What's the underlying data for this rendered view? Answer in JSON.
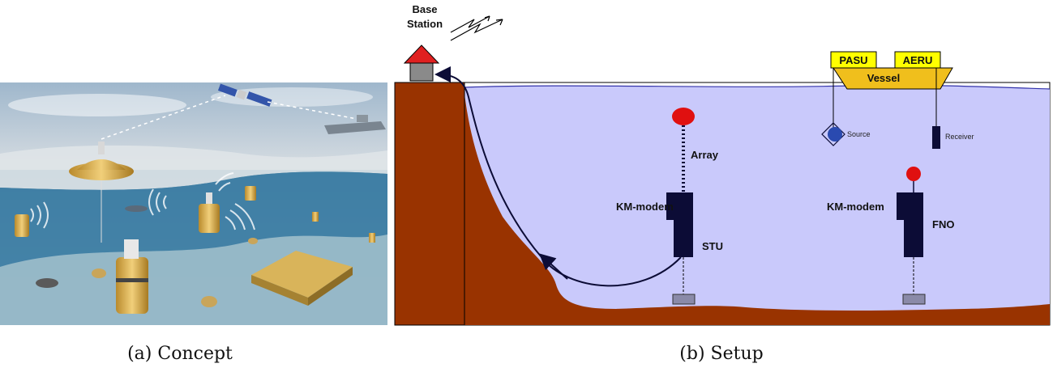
{
  "captions": {
    "a": "(a) Concept",
    "b": "(b) Setup"
  },
  "setup": {
    "base_station_line1": "Base",
    "base_station_line2": "Station",
    "pasu": "PASU",
    "aeru": "AERU",
    "vessel": "Vessel",
    "source": "Source",
    "receiver": "Receiver",
    "array": "Array",
    "km_modem_left": "KM-modem",
    "km_modem_right": "KM-modem",
    "stu": "STU",
    "fno": "FNO"
  },
  "colors": {
    "water": "#c9c9fb",
    "seabed": "#993300",
    "device": "#0c0c36",
    "buoy": "#e01010",
    "vessel": "#f0bf1c",
    "label_box": "#ffff00",
    "roof": "#e02020",
    "hut": "#8a8a8a"
  }
}
